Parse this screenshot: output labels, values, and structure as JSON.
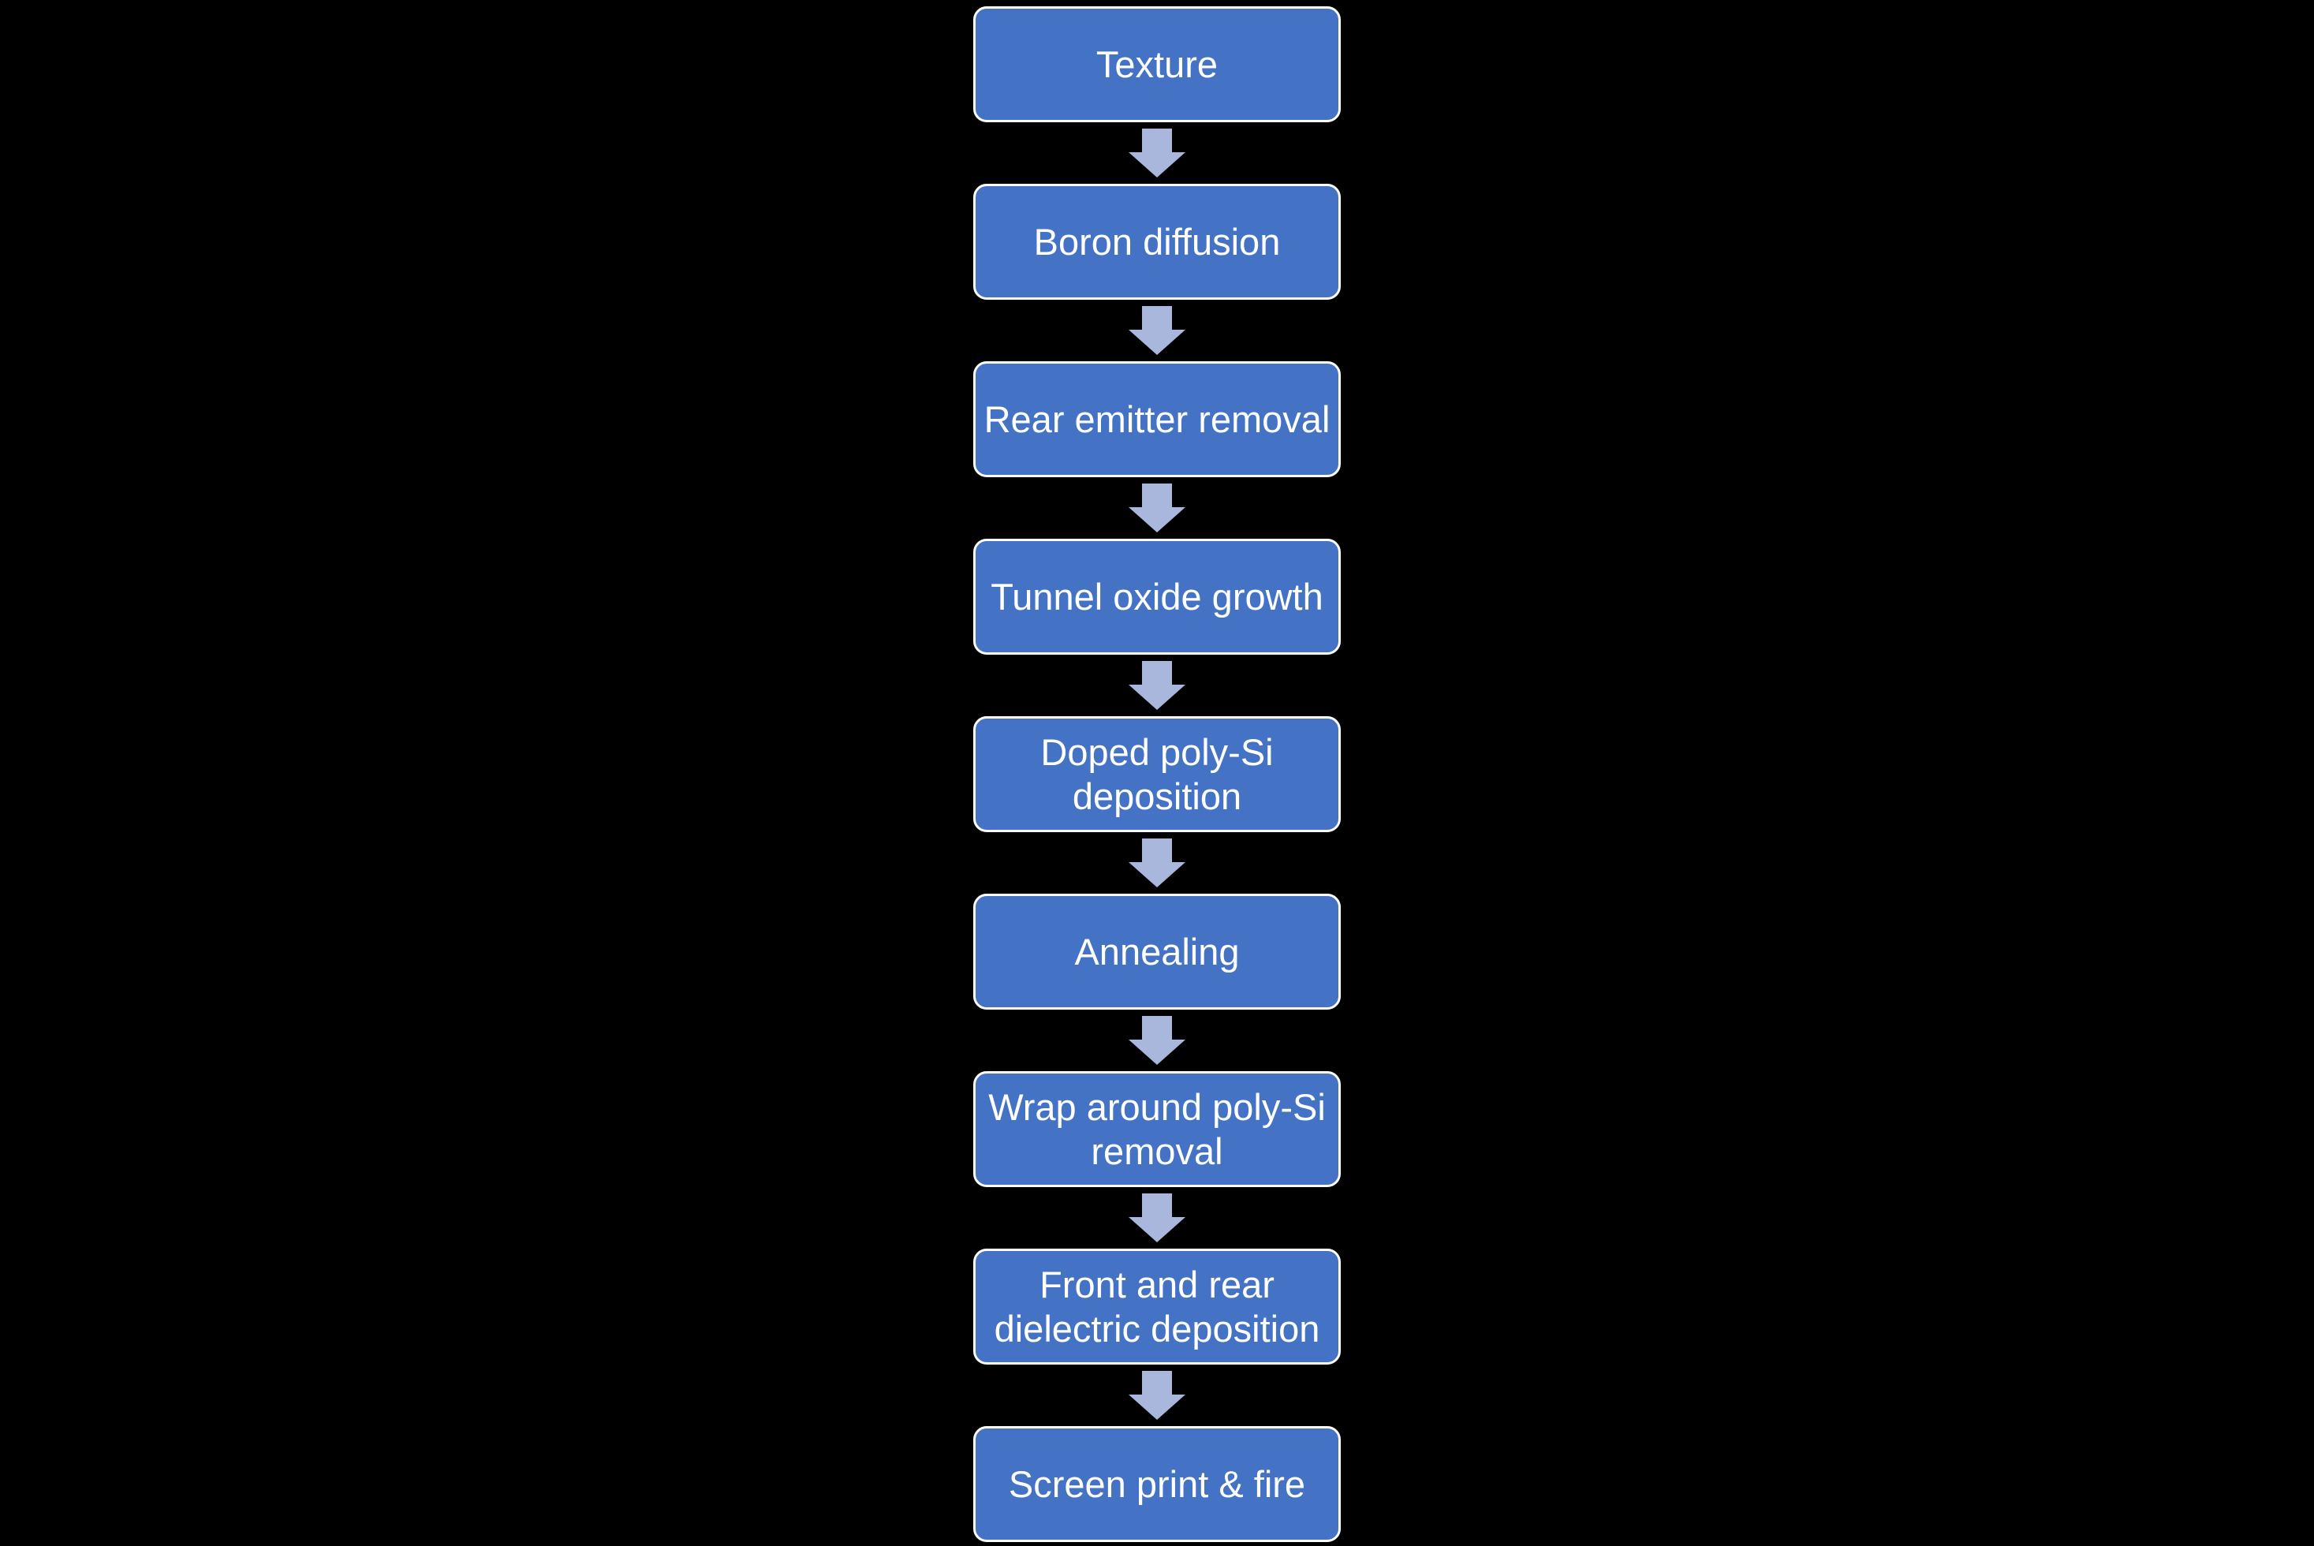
{
  "diagram": {
    "type": "flowchart",
    "direction": "top-down",
    "steps": [
      {
        "label": "Texture"
      },
      {
        "label": "Boron diffusion"
      },
      {
        "label": "Rear emitter removal"
      },
      {
        "label": "Tunnel oxide growth"
      },
      {
        "label": "Doped poly-Si deposition"
      },
      {
        "label": "Annealing"
      },
      {
        "label": "Wrap around poly-Si removal"
      },
      {
        "label": "Front and rear dielectric deposition"
      },
      {
        "label": "Screen print & fire"
      }
    ],
    "connector_icon": "down-arrow-icon"
  },
  "colors": {
    "background": "#000000",
    "box-fill": "#4472C4",
    "box-border": "#FFFFFF",
    "box-text": "#FFFFFF",
    "arrow-fill": "#A9B7DC"
  }
}
